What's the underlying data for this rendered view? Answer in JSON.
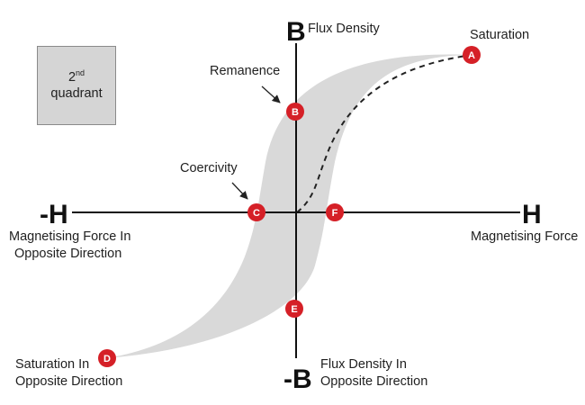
{
  "colors": {
    "loop_fill": "#d9d9d9",
    "axis": "#111111",
    "marker": "#d52027",
    "dashed": "#222222"
  },
  "axes": {
    "pos_x_letter": "H",
    "neg_x_letter": "-H",
    "pos_y_letter": "B",
    "neg_y_letter": "-B",
    "pos_x_label": "Magnetising Force",
    "neg_x_label_line1": "Magnetising Force In",
    "neg_x_label_line2": "Opposite Direction",
    "pos_y_label": "Flux Density",
    "neg_y_label_line1": "Flux Density In",
    "neg_y_label_line2": "Opposite Direction"
  },
  "quadrant_box": {
    "number": "2",
    "suffix": "nd",
    "word": "quadrant"
  },
  "points": {
    "A": {
      "letter": "A",
      "label": "Saturation"
    },
    "B": {
      "letter": "B",
      "label": "Remanence"
    },
    "C": {
      "letter": "C",
      "label": "Coercivity"
    },
    "D": {
      "letter": "D",
      "label_line1": "Saturation In",
      "label_line2": "Opposite Direction"
    },
    "E": {
      "letter": "E"
    },
    "F": {
      "letter": "F"
    }
  }
}
